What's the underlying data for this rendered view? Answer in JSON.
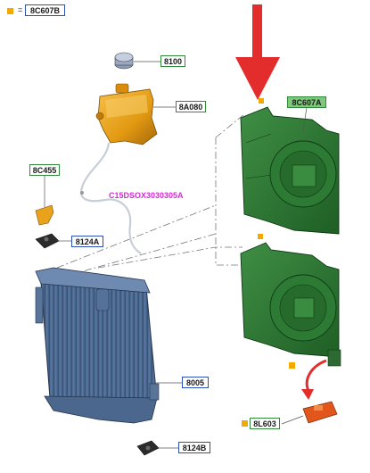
{
  "legend": {
    "equals": "=",
    "code": "8C607B",
    "marker_color": "#f2a900"
  },
  "callouts": {
    "cap": "8100",
    "reservoir": "8A080",
    "bracket": "8C455",
    "mount_top": "8124A",
    "shroud": "8C607A",
    "radiator": "8005",
    "mount_bottom": "8124B",
    "resistor": "8L603"
  },
  "hose_label": "C15DSOX3030305A",
  "colors": {
    "green_outline": "#2f8a3a",
    "blue_outline": "#2b4fb8",
    "hose_text": "#d62ad6",
    "arrow_red": "#e32d2d",
    "shroud_fill": "#2e7d32",
    "radiator_fill": "#4a6a93",
    "reservoir_fill": "#e39a12",
    "marker": "#f2a900"
  }
}
